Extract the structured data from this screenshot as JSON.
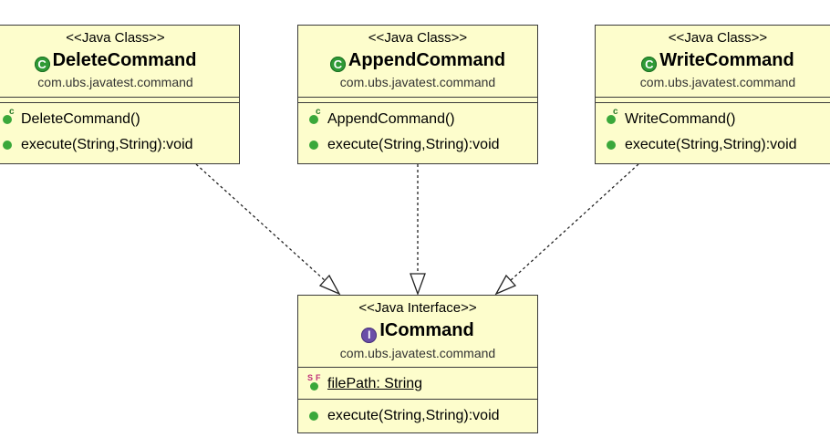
{
  "classes": [
    {
      "stereotype": "<<Java Class>>",
      "name": "DeleteCommand",
      "package": "com.ubs.javatest.command",
      "icon": "class-icon",
      "operations": [
        "DeleteCommand()",
        "execute(String,String):void"
      ]
    },
    {
      "stereotype": "<<Java Class>>",
      "name": "AppendCommand",
      "package": "com.ubs.javatest.command",
      "icon": "class-icon",
      "operations": [
        "AppendCommand()",
        "execute(String,String):void"
      ]
    },
    {
      "stereotype": "<<Java Class>>",
      "name": "WriteCommand",
      "package": "com.ubs.javatest.command",
      "icon": "class-icon",
      "operations": [
        "WriteCommand()",
        "execute(String,String):void"
      ]
    }
  ],
  "interface": {
    "stereotype": "<<Java Interface>>",
    "name": "ICommand",
    "package": "com.ubs.javatest.command",
    "icon": "interface-icon",
    "field": "filePath: String",
    "operations": [
      "execute(String,String):void"
    ]
  },
  "relationships": [
    {
      "from": "DeleteCommand",
      "to": "ICommand",
      "type": "realization"
    },
    {
      "from": "AppendCommand",
      "to": "ICommand",
      "type": "realization"
    },
    {
      "from": "WriteCommand",
      "to": "ICommand",
      "type": "realization"
    }
  ],
  "colors": {
    "box_fill": "#fdfdcc",
    "class_icon": "#2f9a36",
    "interface_icon": "#6b4fa8",
    "method_icon": "#3aa83a"
  }
}
